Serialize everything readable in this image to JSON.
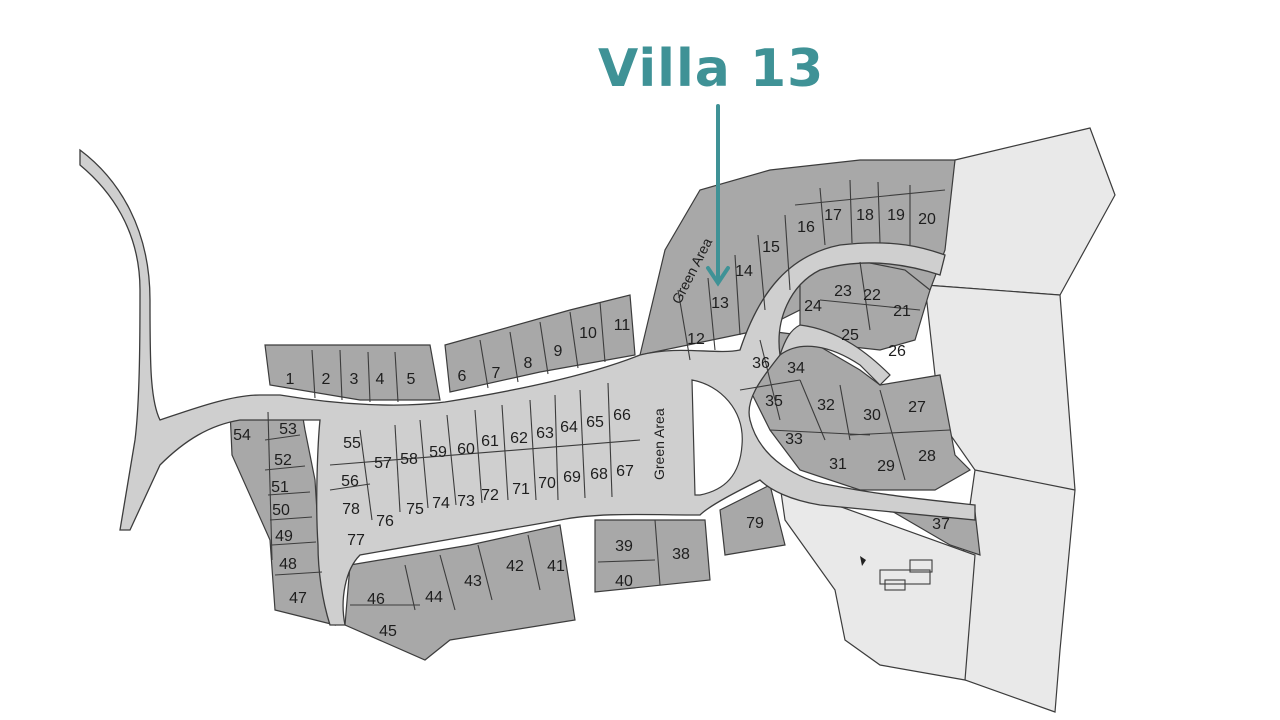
{
  "callout": {
    "title": "Villa 13",
    "color": "#3f9296"
  },
  "colors": {
    "plot": "#a8a8a8",
    "road": "#cfcfcf",
    "field": "#e9e9e9",
    "outline": "#3c3c3c"
  },
  "green_area_label": "Green Area",
  "plot_labels": [
    "1",
    "2",
    "3",
    "4",
    "5",
    "6",
    "7",
    "8",
    "9",
    "10",
    "11",
    "12",
    "13",
    "14",
    "15",
    "16",
    "17",
    "18",
    "19",
    "20",
    "21",
    "22",
    "23",
    "24",
    "25",
    "26",
    "27",
    "28",
    "29",
    "30",
    "31",
    "32",
    "33",
    "34",
    "35",
    "36",
    "37",
    "38",
    "39",
    "40",
    "41",
    "42",
    "43",
    "44",
    "45",
    "46",
    "47",
    "48",
    "49",
    "50",
    "51",
    "52",
    "53",
    "54",
    "55",
    "56",
    "57",
    "58",
    "59",
    "60",
    "61",
    "62",
    "63",
    "64",
    "65",
    "66",
    "67",
    "68",
    "69",
    "70",
    "71",
    "72",
    "73",
    "74",
    "75",
    "76",
    "77",
    "78",
    "79"
  ],
  "icons": [
    "villa-building-icon",
    "location-marker-icon",
    "callout-arrow-icon"
  ]
}
